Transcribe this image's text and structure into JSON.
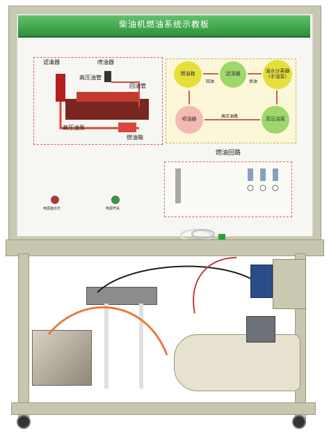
{
  "board": {
    "title": "柴油机燃油系统示教板",
    "loop_title": "燃油回路"
  },
  "schematic": {
    "labels": [
      "滤清器",
      "喷油器",
      "高压油管",
      "回油管",
      "高压油泵",
      "燃油箱"
    ]
  },
  "flow": {
    "nodes": [
      "燃油箱",
      "滤清器",
      "油水分离器(手油泵)",
      "高压油泵",
      "喷油器"
    ],
    "arrows": [
      "回油",
      "供油",
      "高压油路"
    ]
  },
  "controls": {
    "left_caption": "电源指示灯",
    "right_caption": "电源开关"
  },
  "colors": {
    "title_green": "#2f8f3a",
    "frame": "#c9c9b2",
    "lamp_red": "#c0302a",
    "lamp_green": "#2aa13a",
    "node_yellow": "#e6df3a",
    "node_green": "#9ed86a",
    "node_pink": "#f4b9b2",
    "dashed_red": "#c86a6a"
  }
}
